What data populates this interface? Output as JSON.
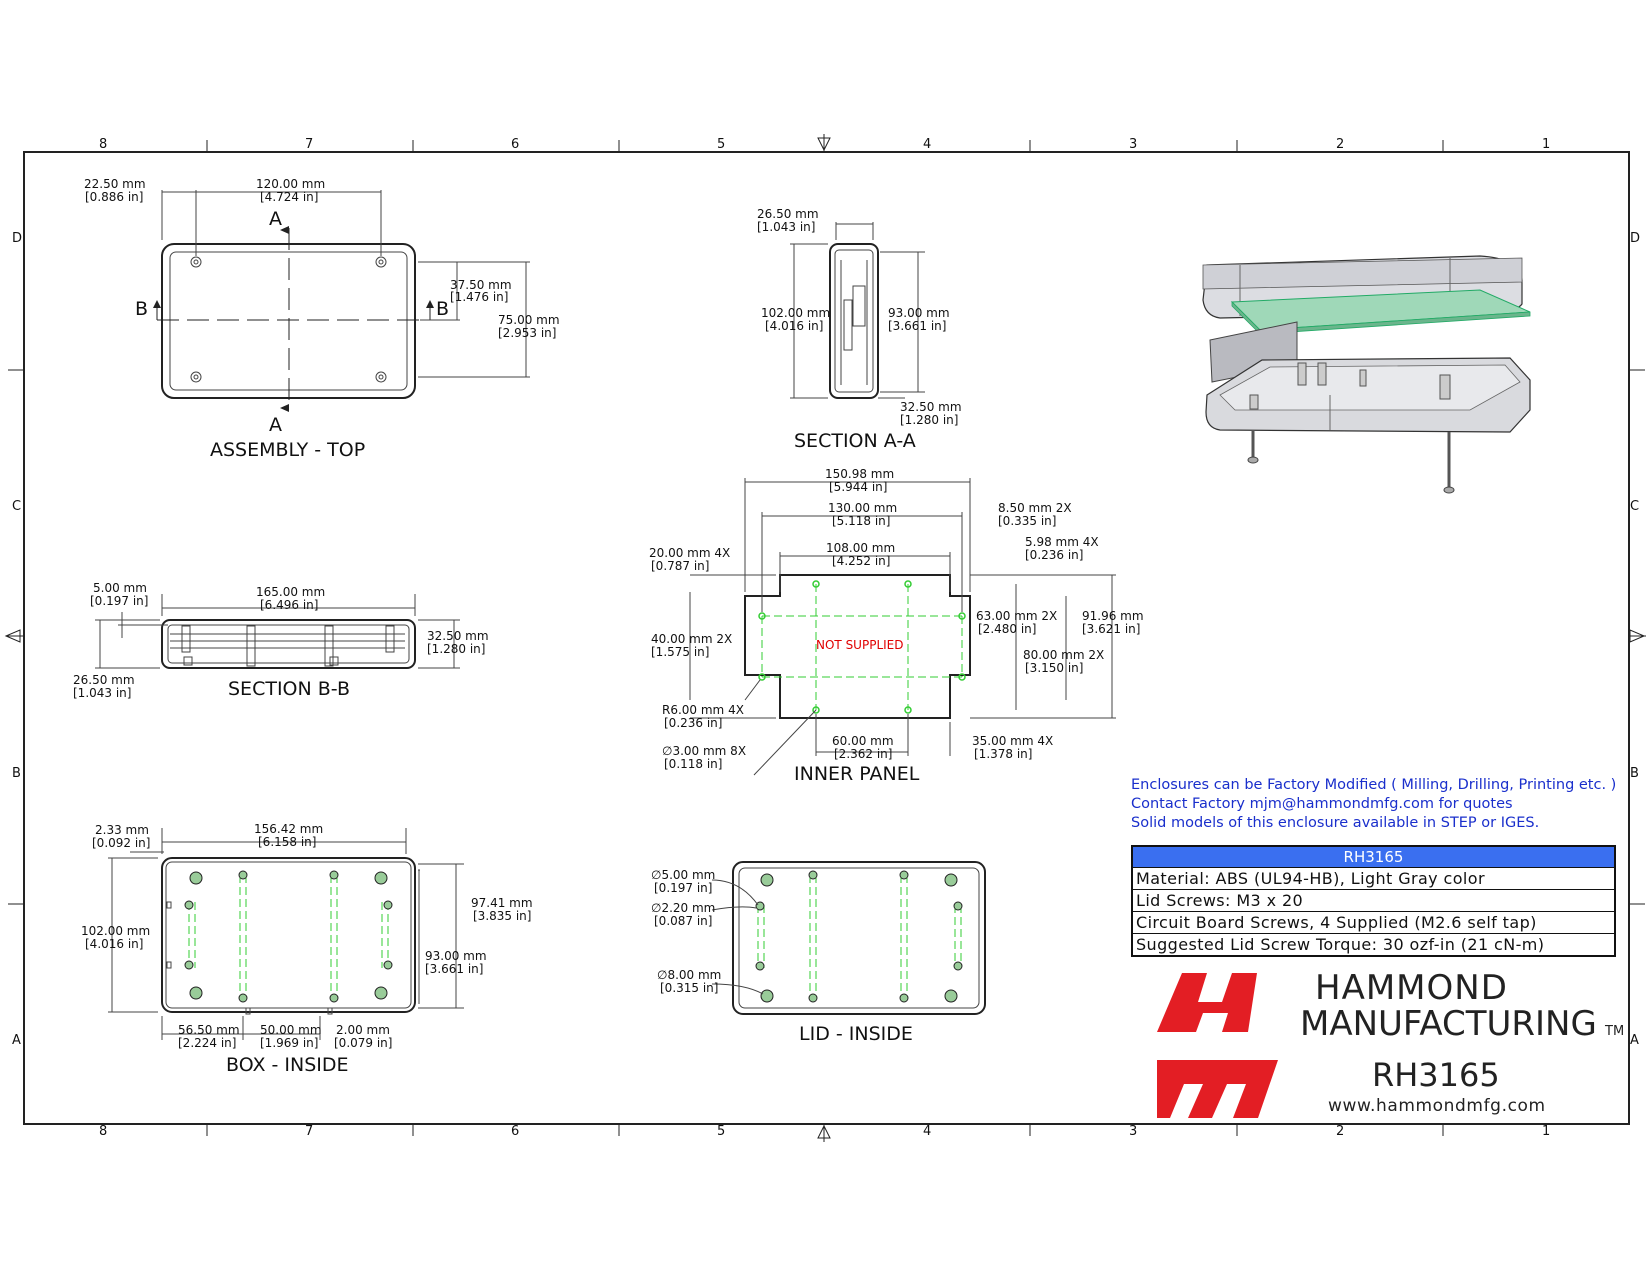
{
  "zones": {
    "columns": [
      "8",
      "7",
      "6",
      "5",
      "4",
      "3",
      "2",
      "1"
    ],
    "rows": [
      "D",
      "C",
      "B",
      "A"
    ]
  },
  "views": {
    "assembly_top": {
      "title": "ASSEMBLY - TOP",
      "section_marks": [
        "A",
        "A",
        "B",
        "B"
      ],
      "dims": [
        [
          "22.50 mm",
          "[0.886 in]"
        ],
        [
          "120.00 mm",
          "[4.724 in]"
        ],
        [
          "37.50 mm",
          "[1.476 in]"
        ],
        [
          "75.00 mm",
          "[2.953 in]"
        ]
      ]
    },
    "section_aa": {
      "title": "SECTION A-A",
      "dims": [
        [
          "26.50 mm",
          "[1.043 in]"
        ],
        [
          "102.00 mm",
          "[4.016 in]"
        ],
        [
          "93.00 mm",
          "[3.661 in]"
        ],
        [
          "32.50 mm",
          "[1.280 in]"
        ]
      ]
    },
    "section_bb": {
      "title": "SECTION B-B",
      "dims": [
        [
          "5.00 mm",
          "[0.197 in]"
        ],
        [
          "165.00 mm",
          "[6.496 in]"
        ],
        [
          "32.50 mm",
          "[1.280 in]"
        ],
        [
          "26.50 mm",
          "[1.043 in]"
        ]
      ]
    },
    "inner_panel": {
      "title": "INNER PANEL",
      "note": "NOT SUPPLIED",
      "dims": [
        [
          "150.98 mm",
          "[5.944 in]"
        ],
        [
          "130.00 mm",
          "[5.118 in]"
        ],
        [
          "8.50 mm  2X",
          "[0.335 in]"
        ],
        [
          "108.00 mm",
          "[4.252 in]"
        ],
        [
          "5.98 mm  4X",
          "[0.236 in]"
        ],
        [
          "20.00 mm 4X",
          "[0.787 in]"
        ],
        [
          "63.00 mm 2X",
          "[2.480 in]"
        ],
        [
          "91.96 mm",
          "[3.621 in]"
        ],
        [
          "40.00 mm 2X",
          "[1.575 in]"
        ],
        [
          "80.00 mm 2X",
          "[3.150 in]"
        ],
        [
          "R6.00 mm 4X",
          "[0.236 in]"
        ],
        [
          "∅3.00 mm 8X",
          "[0.118 in]"
        ],
        [
          "60.00 mm",
          "[2.362 in]"
        ],
        [
          "35.00 mm 4X",
          "[1.378 in]"
        ]
      ]
    },
    "box_inside": {
      "title": "BOX - INSIDE",
      "dims": [
        [
          "2.33 mm",
          "[0.092 in]"
        ],
        [
          "156.42 mm",
          "[6.158 in]"
        ],
        [
          "97.41 mm",
          "[3.835 in]"
        ],
        [
          "102.00 mm",
          "[4.016 in]"
        ],
        [
          "93.00 mm",
          "[3.661 in]"
        ],
        [
          "56.50 mm",
          "[2.224 in]"
        ],
        [
          "50.00 mm",
          "[1.969 in]"
        ],
        [
          "2.00 mm",
          "[0.079 in]"
        ]
      ]
    },
    "lid_inside": {
      "title": "LID - INSIDE",
      "dims": [
        [
          "∅5.00 mm",
          "[0.197 in]"
        ],
        [
          "∅2.20 mm",
          "[0.087 in]"
        ],
        [
          "∅8.00 mm",
          "[0.315 in]"
        ]
      ]
    }
  },
  "notes": [
    "Enclosures can be Factory Modified ( Milling, Drilling, Printing etc. )",
    "Contact Factory mjm@hammondmfg.com for quotes",
    "Solid models of this enclosure available in STEP or IGES."
  ],
  "spec_table": {
    "header": "RH3165",
    "rows": [
      "Material: ABS (UL94-HB),  Light Gray color",
      "Lid Screws: M3 x 20",
      "Circuit Board Screws, 4 Supplied (M2.6 self tap)",
      "Suggested Lid Screw Torque: 30 ozf-in (21 cN-m)"
    ]
  },
  "brand": {
    "line1": "HAMMOND",
    "line2": "MANUFACTURING",
    "tm": "TM",
    "part_number": "RH3165",
    "url": "www.hammondmfg.com",
    "logo_color": "#e31e24"
  },
  "colors": {
    "accent_blue": "#1a2fcc",
    "table_header": "#3a6ff0",
    "hole_green": "#33cc33",
    "note_red": "#e00000",
    "pcb_green": "#9fd8b8"
  }
}
